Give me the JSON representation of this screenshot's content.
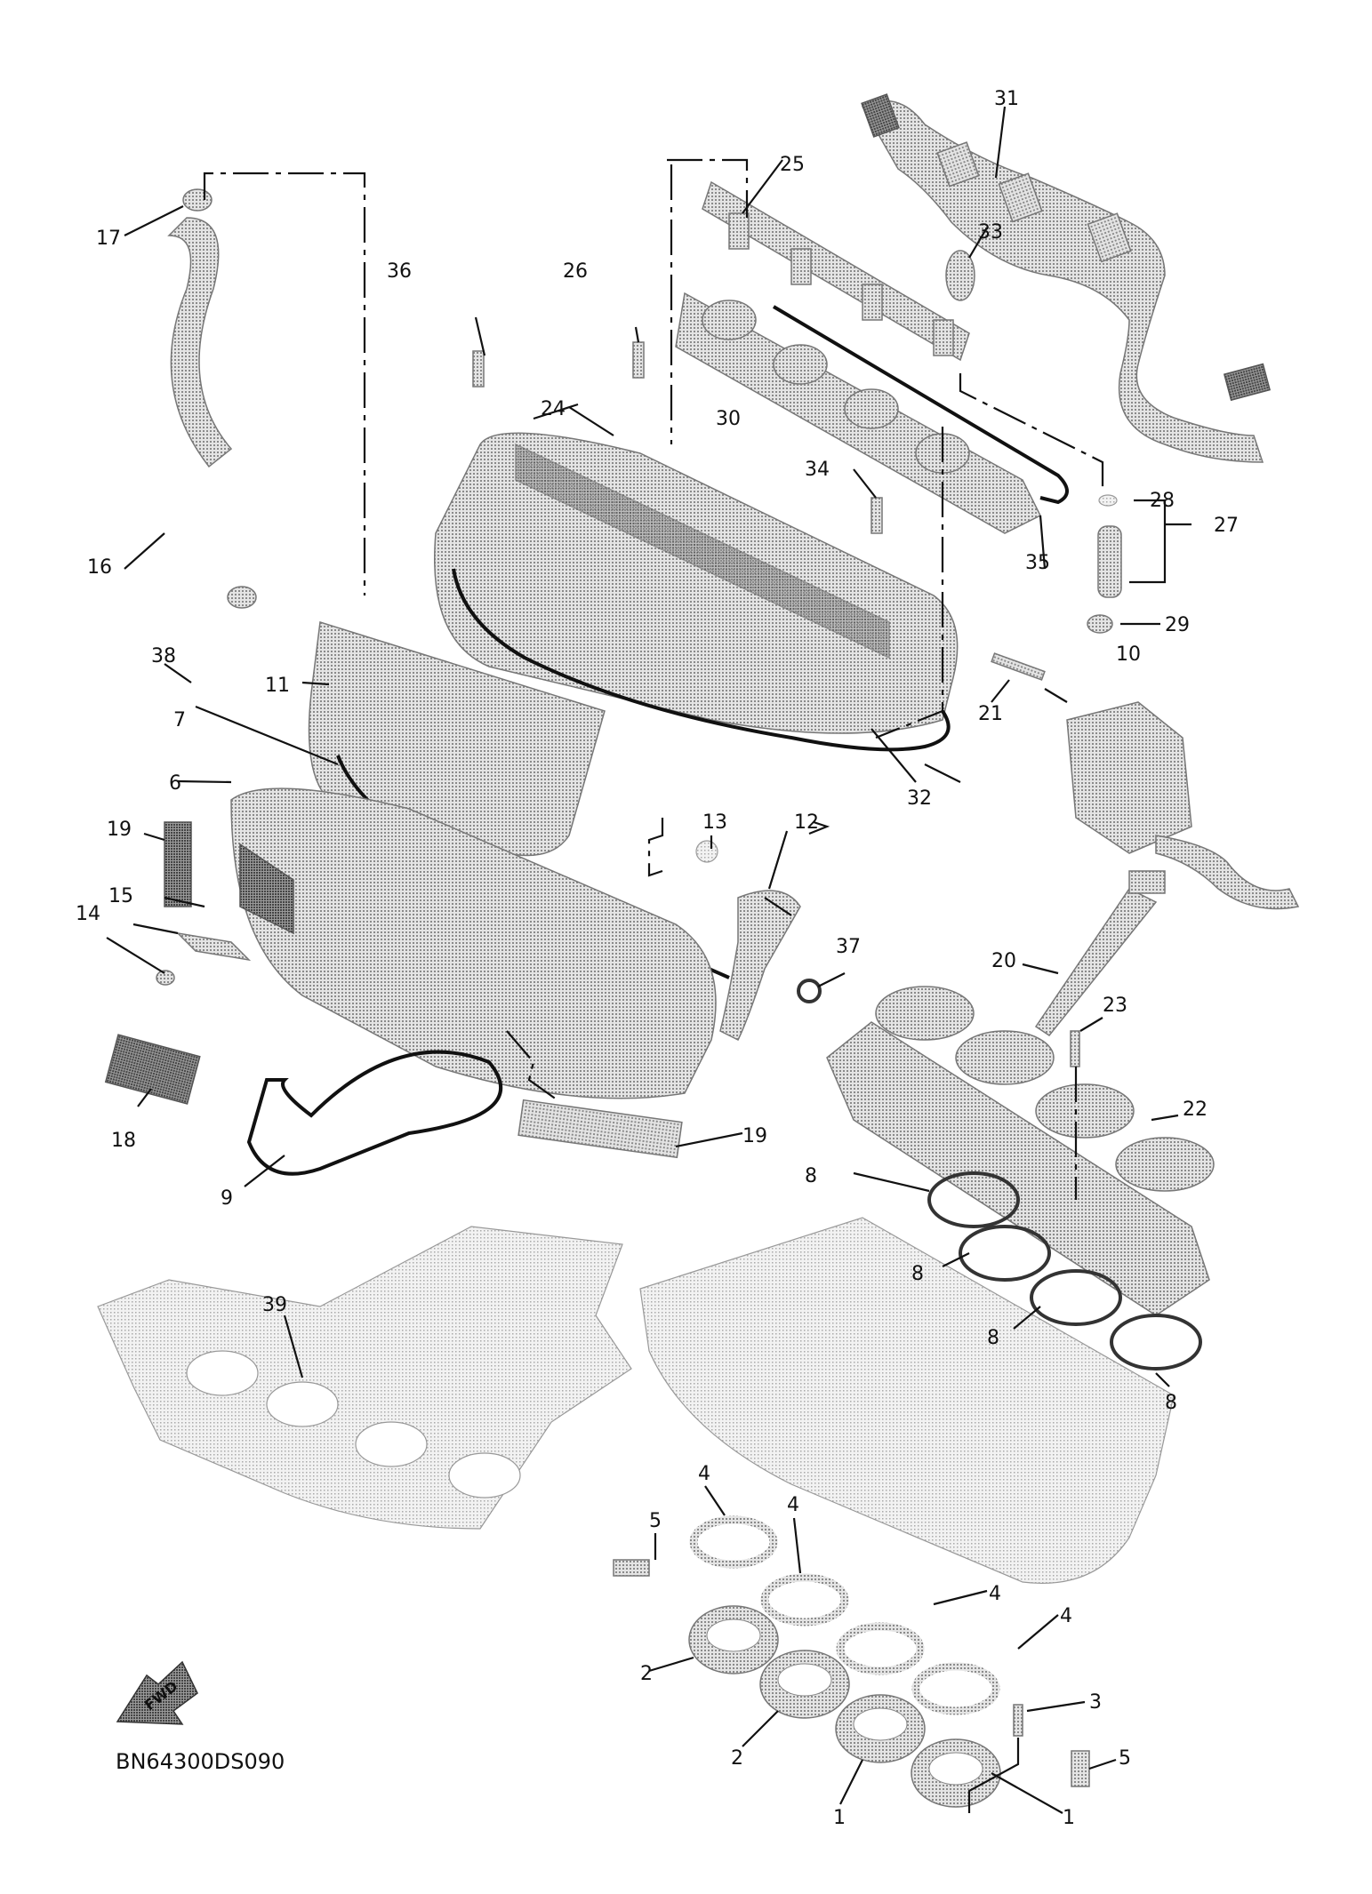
{
  "diagram": {
    "code": "BN64300DS090",
    "fwd_label": "FWD",
    "callouts": [
      {
        "id": "c1a",
        "text": "1"
      },
      {
        "id": "c1b",
        "text": "1"
      },
      {
        "id": "c2a",
        "text": "2"
      },
      {
        "id": "c2b",
        "text": "2"
      },
      {
        "id": "c3",
        "text": "3"
      },
      {
        "id": "c4a",
        "text": "4"
      },
      {
        "id": "c4b",
        "text": "4"
      },
      {
        "id": "c4c",
        "text": "4"
      },
      {
        "id": "c4d",
        "text": "4"
      },
      {
        "id": "c5a",
        "text": "5"
      },
      {
        "id": "c5b",
        "text": "5"
      },
      {
        "id": "c6",
        "text": "6"
      },
      {
        "id": "c7",
        "text": "7"
      },
      {
        "id": "c8a",
        "text": "8"
      },
      {
        "id": "c8b",
        "text": "8"
      },
      {
        "id": "c8c",
        "text": "8"
      },
      {
        "id": "c8d",
        "text": "8"
      },
      {
        "id": "c9",
        "text": "9"
      },
      {
        "id": "c10",
        "text": "10"
      },
      {
        "id": "c11",
        "text": "11"
      },
      {
        "id": "c12",
        "text": "12"
      },
      {
        "id": "c13",
        "text": "13"
      },
      {
        "id": "c14",
        "text": "14"
      },
      {
        "id": "c15",
        "text": "15"
      },
      {
        "id": "c16",
        "text": "16"
      },
      {
        "id": "c17",
        "text": "17"
      },
      {
        "id": "c18",
        "text": "18"
      },
      {
        "id": "c19a",
        "text": "19"
      },
      {
        "id": "c19b",
        "text": "19"
      },
      {
        "id": "c20",
        "text": "20"
      },
      {
        "id": "c21",
        "text": "21"
      },
      {
        "id": "c22",
        "text": "22"
      },
      {
        "id": "c23",
        "text": "23"
      },
      {
        "id": "c24",
        "text": "24"
      },
      {
        "id": "c25",
        "text": "25"
      },
      {
        "id": "c26",
        "text": "26"
      },
      {
        "id": "c27",
        "text": "27"
      },
      {
        "id": "c28",
        "text": "28"
      },
      {
        "id": "c29",
        "text": "29"
      },
      {
        "id": "c30",
        "text": "30"
      },
      {
        "id": "c31",
        "text": "31"
      },
      {
        "id": "c32",
        "text": "32"
      },
      {
        "id": "c33",
        "text": "33"
      },
      {
        "id": "c34",
        "text": "34"
      },
      {
        "id": "c35",
        "text": "35"
      },
      {
        "id": "c36",
        "text": "36"
      },
      {
        "id": "c37",
        "text": "37"
      },
      {
        "id": "c38",
        "text": "38"
      },
      {
        "id": "c39",
        "text": "39"
      }
    ]
  }
}
